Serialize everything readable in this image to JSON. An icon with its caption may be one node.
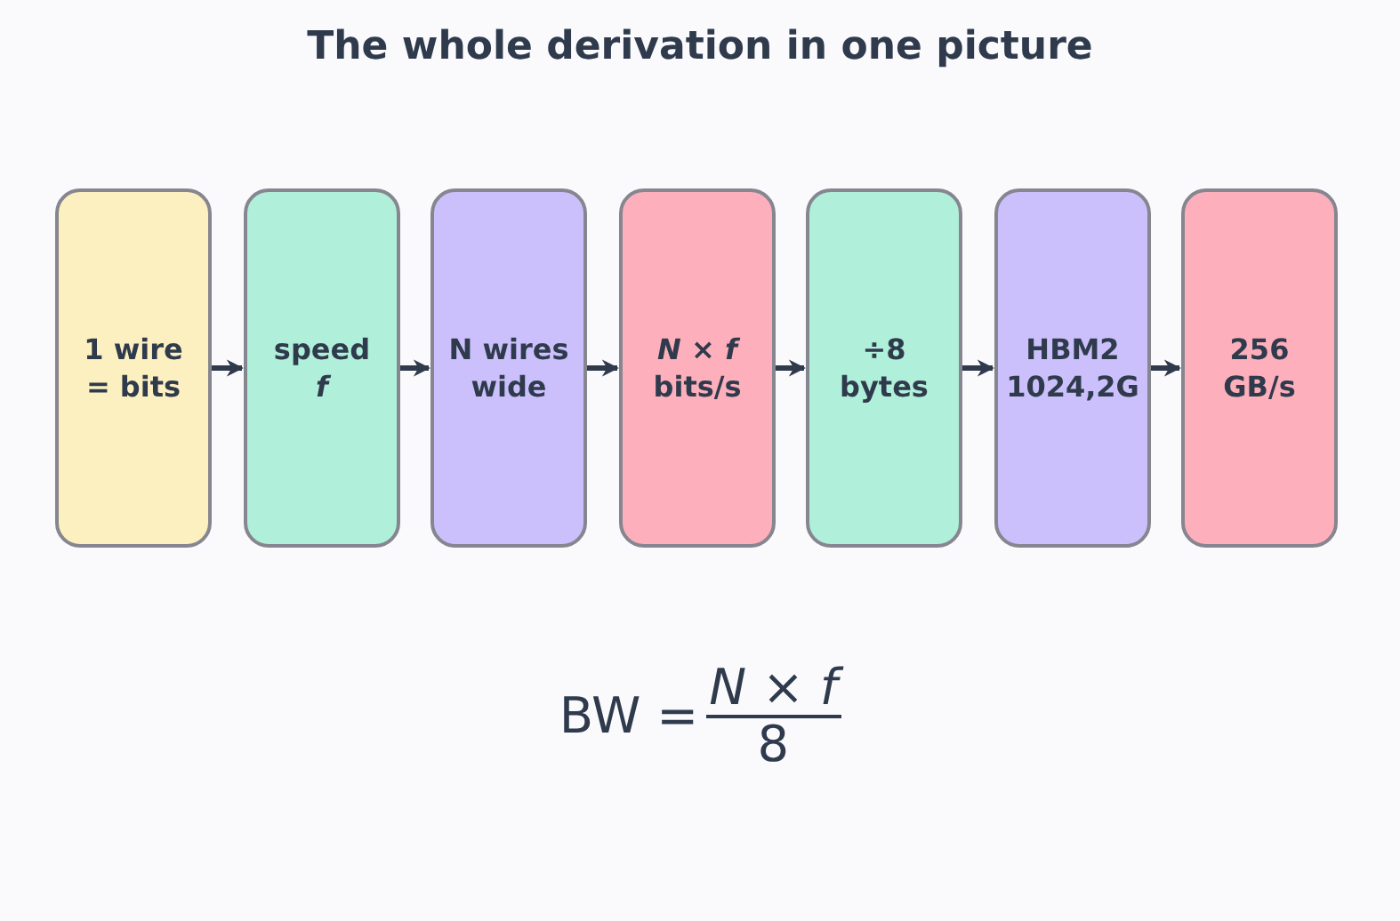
{
  "diagram": {
    "title": "The whole derivation in one picture",
    "nodes": [
      {
        "text": [
          "1 wire",
          "= bits"
        ]
      },
      {
        "text": [
          "speed",
          "*f*"
        ]
      },
      {
        "text": [
          "N wires",
          "wide"
        ]
      },
      {
        "text": [
          "*N* × *f*",
          "bits/s"
        ]
      },
      {
        "text": [
          "÷8",
          "bytes"
        ]
      },
      {
        "text": [
          "HBM2",
          "1024,2G"
        ]
      },
      {
        "text": [
          "256",
          "GB/s"
        ]
      }
    ],
    "edges": [
      {
        "from": 0,
        "to": 1,
        "arrow": "to"
      },
      {
        "from": 1,
        "to": 2,
        "arrow": "to"
      },
      {
        "from": 2,
        "to": 3,
        "arrow": "to"
      },
      {
        "from": 3,
        "to": 4,
        "arrow": "to"
      },
      {
        "from": 4,
        "to": 5,
        "arrow": "to"
      },
      {
        "from": 5,
        "to": 6,
        "arrow": "to"
      }
    ],
    "labels": [
      "BW =",
      "*N* × *f*",
      "8"
    ]
  }
}
